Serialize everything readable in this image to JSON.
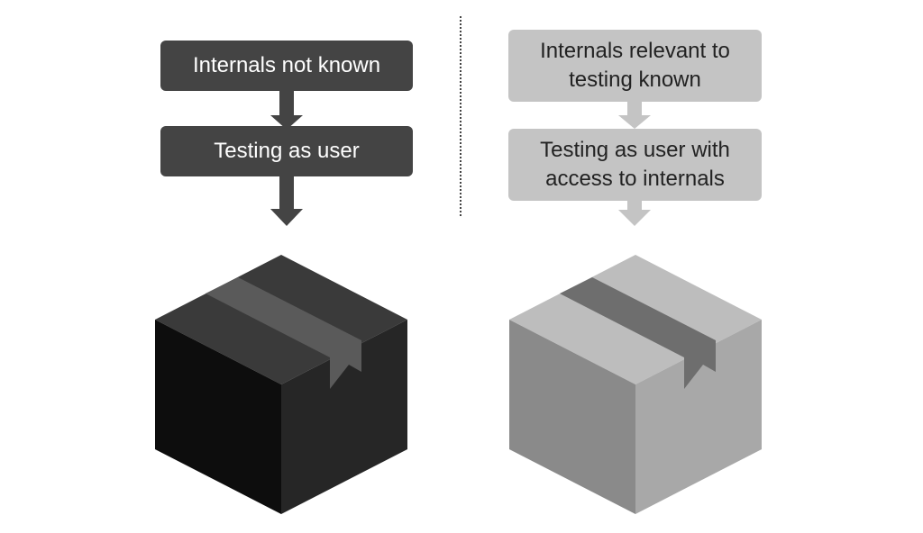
{
  "left": {
    "steps": [
      "Internals not known",
      "Testing as user"
    ],
    "colors": {
      "step_fill": "#444444",
      "step_text": "#ffffff",
      "arrow": "#444444",
      "box_top": "#3a3a3a",
      "box_left": "#0d0d0d",
      "box_right": "#262626",
      "tape": "#5a5a5a"
    },
    "icon": "closed-box-icon"
  },
  "right": {
    "steps": [
      "Internals relevant to\ntesting known",
      "Testing as user with\naccess to internals"
    ],
    "colors": {
      "step_fill": "#c4c4c4",
      "step_text": "#222222",
      "arrow": "#c4c4c4",
      "box_top": "#bdbdbd",
      "box_left": "#8a8a8a",
      "box_right": "#a8a8a8",
      "tape": "#6e6e6e"
    },
    "icon": "closed-box-icon"
  }
}
